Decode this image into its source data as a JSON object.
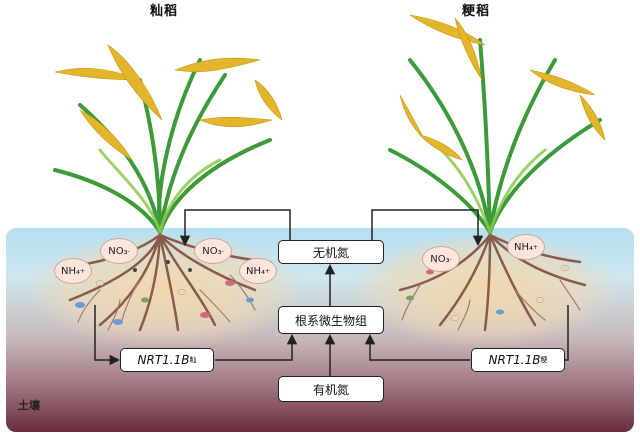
{
  "titles": {
    "left": "籼稻",
    "right": "粳稻"
  },
  "boxes": {
    "inorganic_n": "无机氮",
    "microbiome": "根系微生物组",
    "organic_n": "有机氮",
    "nrt_left_main": "NRT1.1B",
    "nrt_left_sup": "籼",
    "nrt_right_main": "NRT1.1B",
    "nrt_right_sup": "粳"
  },
  "ions": {
    "no3_main": "NO₃",
    "no3_sup": "-",
    "nh4_main": "NH₄",
    "nh4_sup": "+"
  },
  "soil_label": "土壤",
  "colors": {
    "sky_top": "#b9dff0",
    "soil_bottom": "#6e2f3c",
    "root": "#8a5a4a",
    "leaf": "#3d9a3a",
    "grain": "#e3b52a"
  }
}
